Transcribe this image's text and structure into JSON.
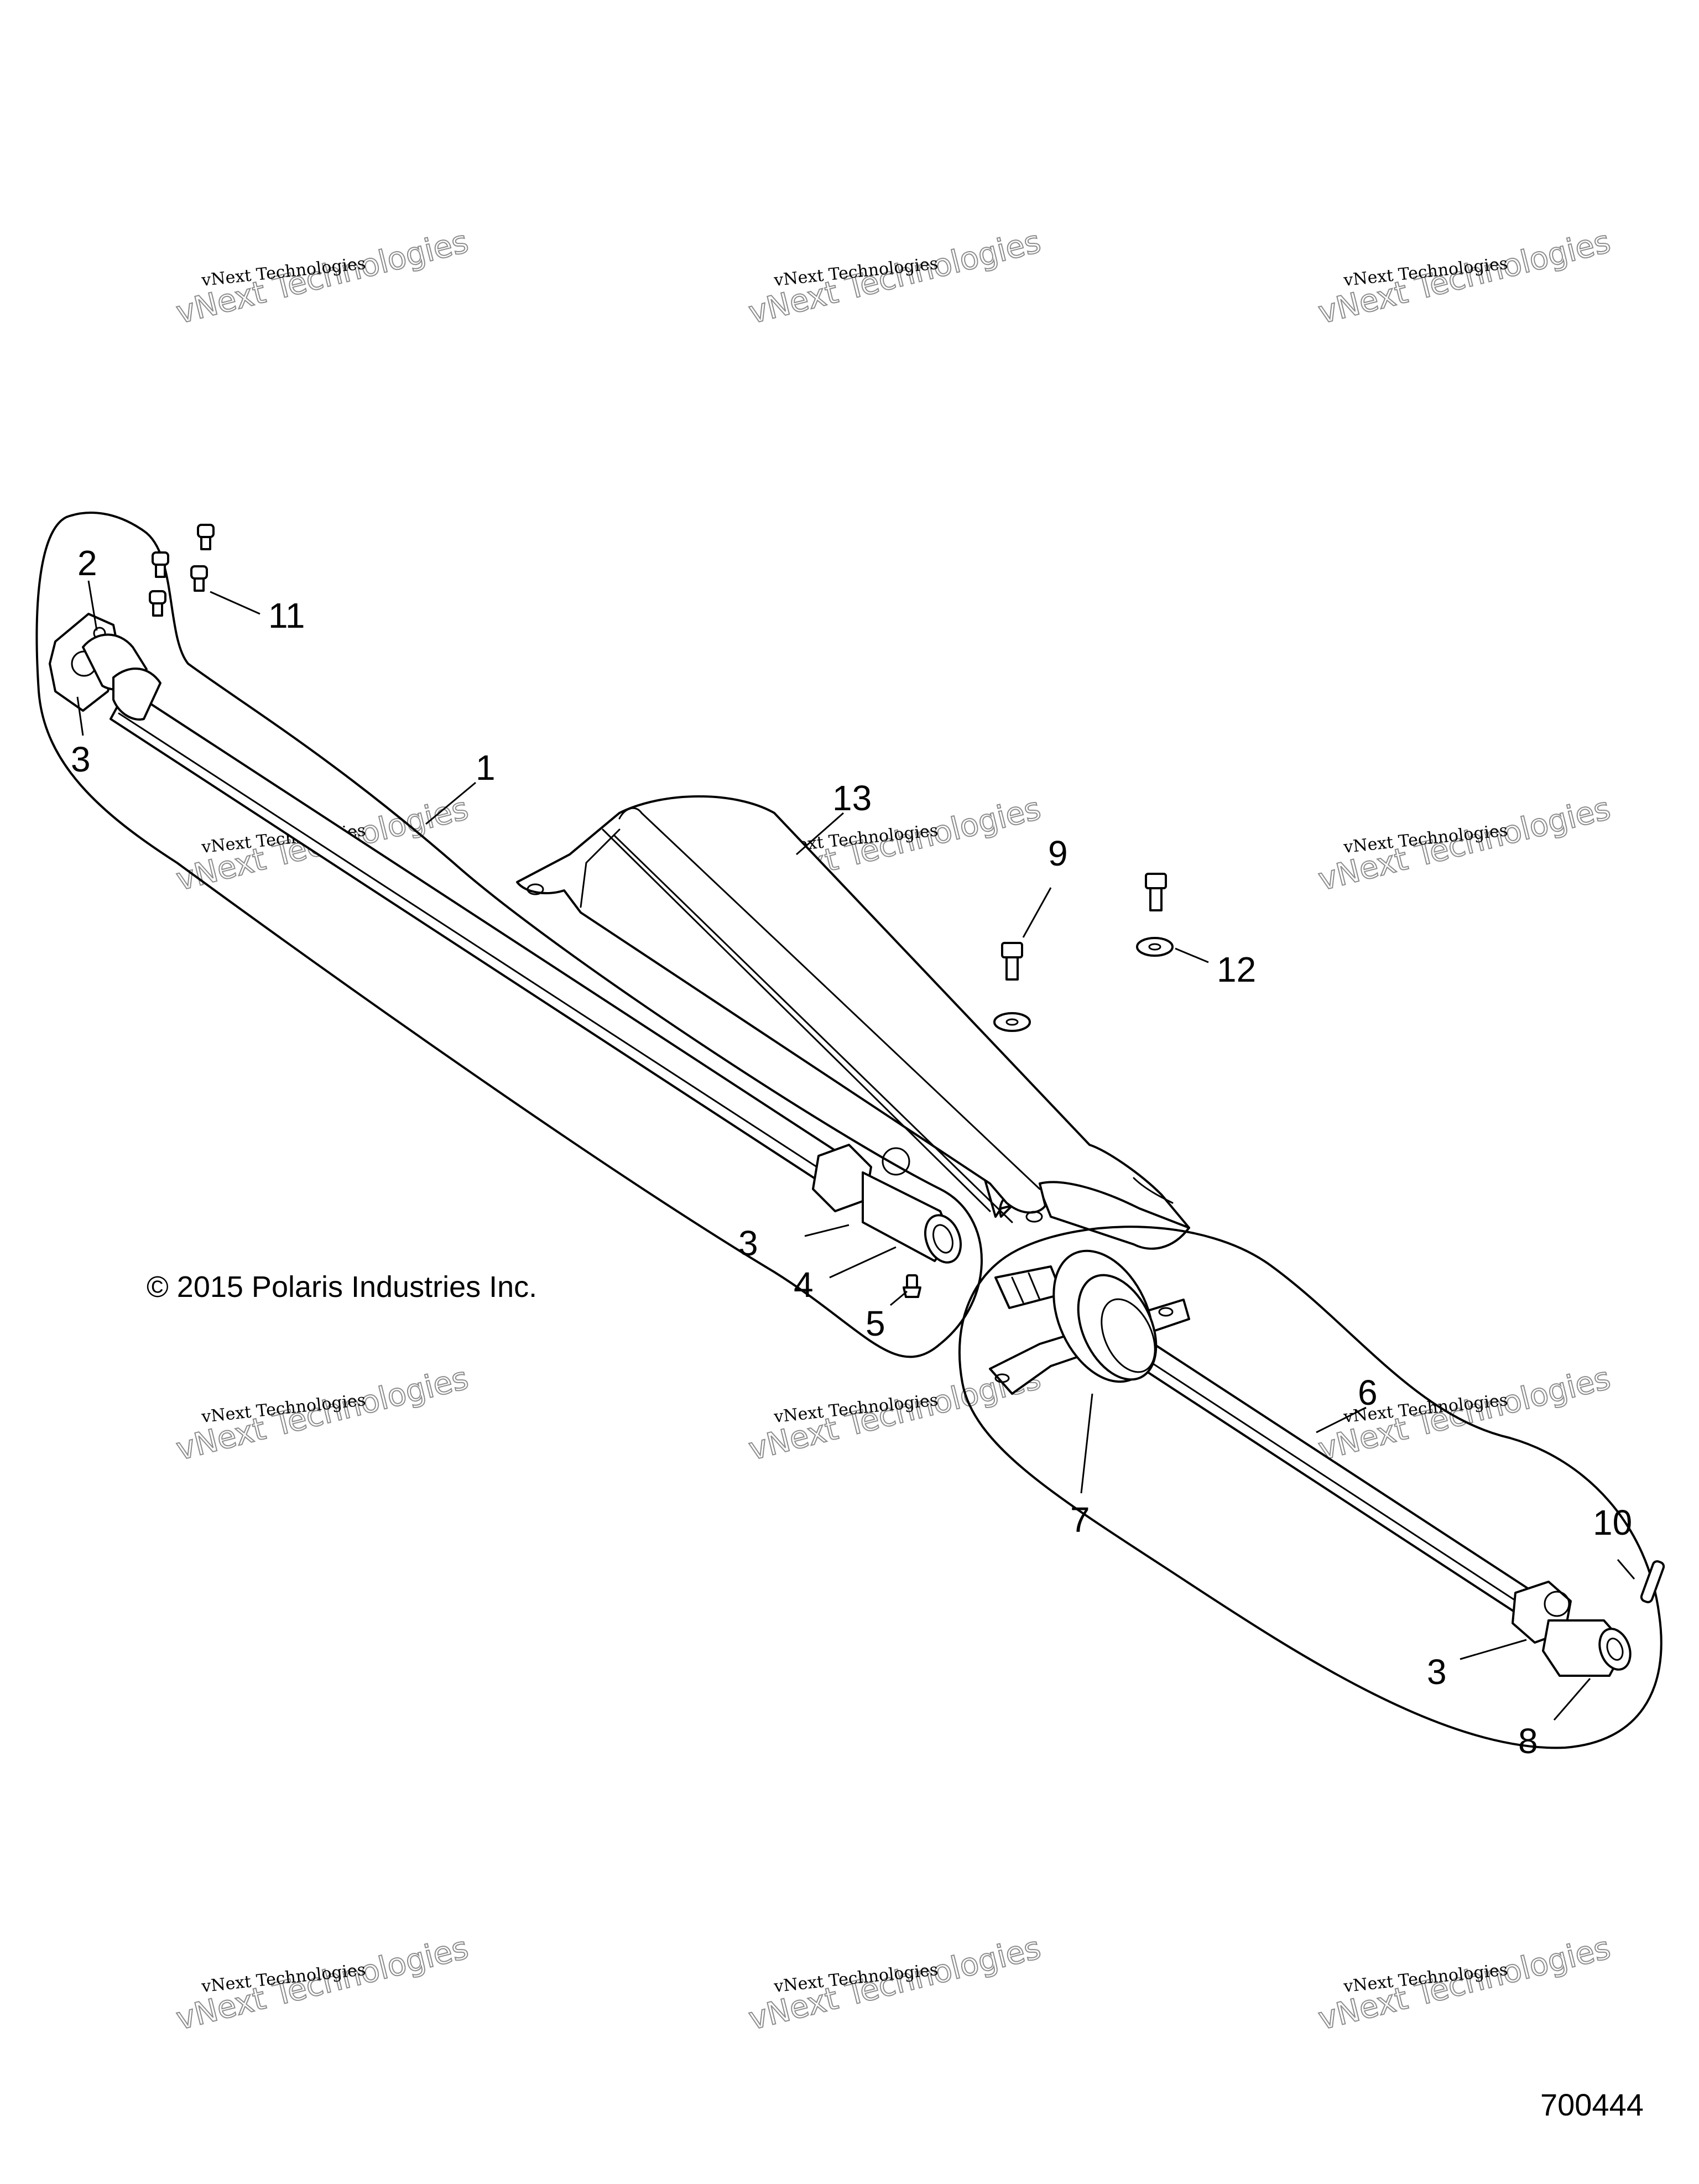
{
  "copyright": "© 2015 Polaris Industries Inc.",
  "document_number": "700444",
  "watermark": {
    "line1": "vNext Technologies",
    "line2": "vNext Technologies"
  },
  "callouts": {
    "c1": "1",
    "c2": "2",
    "c3a": "3",
    "c3b": "3",
    "c3c": "3",
    "c4": "4",
    "c5": "5",
    "c6": "6",
    "c7": "7",
    "c8": "8",
    "c9": "9",
    "c10": "10",
    "c11": "11",
    "c12": "12",
    "c13": "13"
  }
}
